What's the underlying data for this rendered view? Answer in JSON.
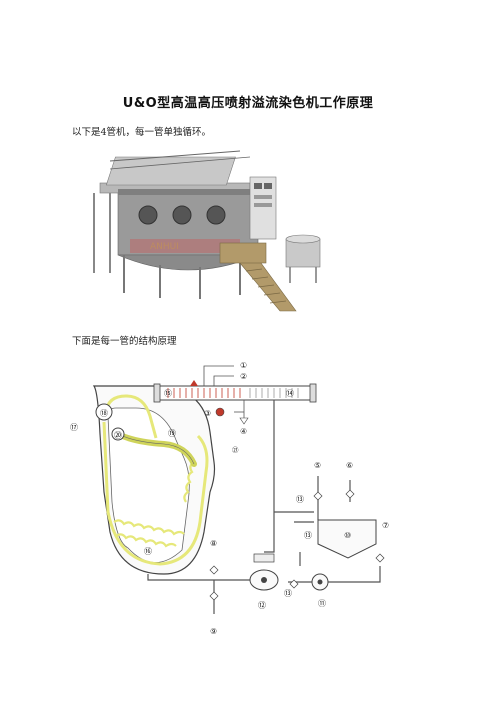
{
  "document": {
    "title": "U&O型高温高压喷射溢流染色机工作原理",
    "intro_text": "以下是4管机，每一管单独循环。",
    "structure_text": "下面是每一管的结构原理"
  },
  "diagram_labels": {
    "n1": "①",
    "n2": "②",
    "n3": "③",
    "n4": "④",
    "n5": "⑤",
    "n6": "⑥",
    "n7": "⑦",
    "n8": "⑧",
    "n9": "⑨",
    "n10": "⑩",
    "n11": "⑪",
    "n12": "⑫",
    "n13a": "⑬",
    "n13b": "⑬",
    "n13c": "⑬",
    "n14": "⑭",
    "n15": "⑮",
    "n16": "⑯",
    "n17": "⑰",
    "n18": "⑱",
    "n19": "⑲",
    "n20": "⑳",
    "n21": "㉑"
  },
  "colors": {
    "text": "#111111",
    "pipe": "#555555",
    "fabric": "#e6e87a",
    "heater_red": "#c0392b",
    "machine_gray": "#a9a9a9"
  }
}
